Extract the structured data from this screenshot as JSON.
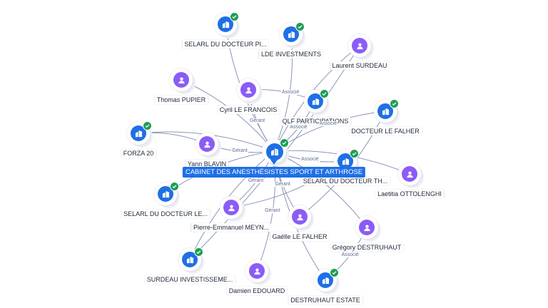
{
  "center": {
    "label": "CABINET DES ANESTHÉSISTES SPORT ET ARTHROSE"
  },
  "nodes": [
    {
      "id": "selarl-pi",
      "type": "company",
      "label": "SELARL DU DOCTEUR PI...",
      "verified": true
    },
    {
      "id": "lde",
      "type": "company",
      "label": "LDE INVESTMENTS",
      "verified": true
    },
    {
      "id": "laurent",
      "type": "person",
      "label": "Laurent SURDEAU"
    },
    {
      "id": "thomas",
      "type": "person",
      "label": "Thomas PUPIER"
    },
    {
      "id": "cyril",
      "type": "person",
      "label": "Cyril LE FRANCOIS"
    },
    {
      "id": "qlf",
      "type": "company",
      "label": "QLF PARTICIPATIONS",
      "verified": true
    },
    {
      "id": "falher-co",
      "type": "company",
      "label": "DOCTEUR LE FALHER",
      "verified": true
    },
    {
      "id": "forza",
      "type": "company",
      "label": "FORZA 20",
      "verified": true
    },
    {
      "id": "yann",
      "type": "person",
      "label": "Yann BLAVIN"
    },
    {
      "id": "selarl-th",
      "type": "company",
      "label": "SELARL DU DOCTEUR TH...",
      "verified": true
    },
    {
      "id": "laetitia",
      "type": "person",
      "label": "Laetitia OTTOLENGHI"
    },
    {
      "id": "selarl-le",
      "type": "company",
      "label": "SELARL DU DOCTEUR LE...",
      "verified": true
    },
    {
      "id": "pierre",
      "type": "person",
      "label": "Pierre-Emmanuel MEYN..."
    },
    {
      "id": "gaelle",
      "type": "person",
      "label": "Gaëlle LE FALHER"
    },
    {
      "id": "gregory",
      "type": "person",
      "label": "Grégory DESTRUHAUT"
    },
    {
      "id": "surdeau-inv",
      "type": "company",
      "label": "SURDEAU INVESTISSEME...",
      "verified": true
    },
    {
      "id": "damien",
      "type": "person",
      "label": "Damien EDOUARD"
    },
    {
      "id": "destruhaut",
      "type": "company",
      "label": "DESTRUHAUT ESTATE",
      "verified": true
    }
  ],
  "edges": [
    {
      "from": "center",
      "to": "selarl-pi"
    },
    {
      "from": "center",
      "to": "lde",
      "label": "Associé"
    },
    {
      "from": "center",
      "to": "laurent"
    },
    {
      "from": "center",
      "to": "thomas"
    },
    {
      "from": "center",
      "to": "cyril",
      "label": "Gérant"
    },
    {
      "from": "center",
      "to": "qlf",
      "label": "Associé"
    },
    {
      "from": "center",
      "to": "falher-co",
      "label": "Associé"
    },
    {
      "from": "center",
      "to": "forza"
    },
    {
      "from": "center",
      "to": "yann",
      "label": "Gérant"
    },
    {
      "from": "center",
      "to": "selarl-th",
      "label": "Associé"
    },
    {
      "from": "center",
      "to": "laetitia"
    },
    {
      "from": "center",
      "to": "selarl-le"
    },
    {
      "from": "center",
      "to": "pierre",
      "label": "Gérant"
    },
    {
      "from": "center",
      "to": "gaelle",
      "label": "Gérant"
    },
    {
      "from": "center",
      "to": "gregory"
    },
    {
      "from": "center",
      "to": "surdeau-inv"
    },
    {
      "from": "center",
      "to": "damien",
      "label": "Gérant"
    },
    {
      "from": "center",
      "to": "destruhaut"
    },
    {
      "from": "cyril",
      "to": "qlf"
    },
    {
      "from": "yann",
      "to": "forza"
    },
    {
      "from": "gregory",
      "to": "destruhaut",
      "label": "Associé"
    },
    {
      "from": "gaelle",
      "to": "falher-co"
    },
    {
      "from": "laurent",
      "to": "surdeau-inv"
    },
    {
      "from": "pierre",
      "to": "selarl-th"
    }
  ],
  "colors": {
    "company": "#1f6fe5",
    "person": "#8b5cf6",
    "check": "#1f9d55",
    "edge": "#8a96b8"
  }
}
